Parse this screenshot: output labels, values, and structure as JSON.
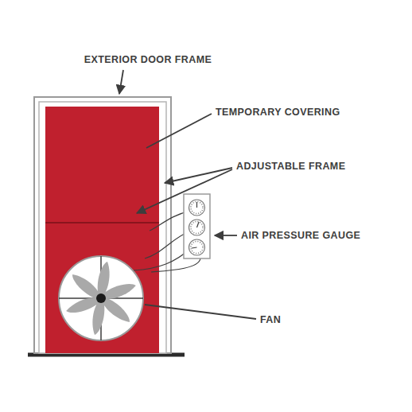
{
  "diagram": {
    "labels": [
      "EXTERIOR DOOR FRAME",
      "TEMPORARY COVERING",
      "ADJUSTABLE FRAME",
      "AIR PRESSURE GAUGE",
      "FAN"
    ]
  }
}
